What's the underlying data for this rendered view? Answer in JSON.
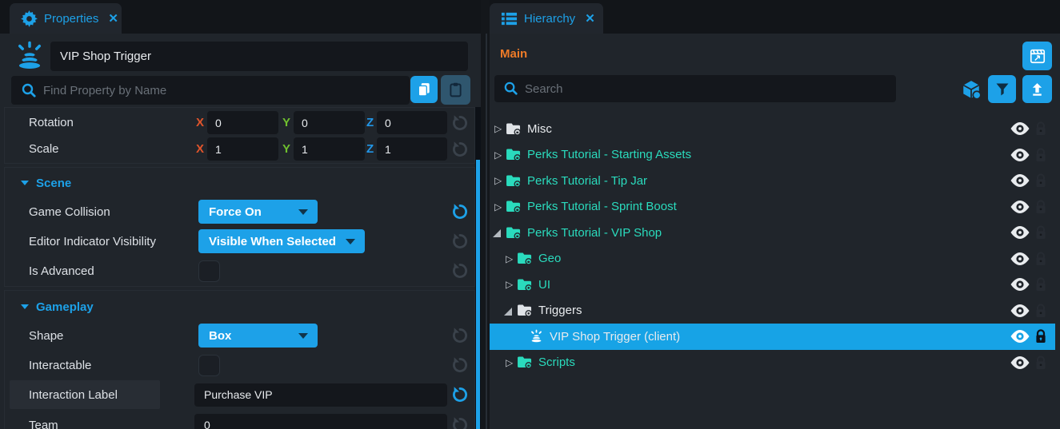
{
  "glyphs": {
    "close": "✕",
    "collapsed_arrow": "▷"
  },
  "colors": {
    "accent": "#1da1e8",
    "selection": "#17a3e6",
    "teal": "#2adbbd",
    "orange": "#ee7b28",
    "axis_x": "#e0542b",
    "axis_y": "#6fc02e",
    "axis_z": "#2196e8"
  },
  "properties_panel": {
    "tab_label": "Properties",
    "object_name": "VIP Shop Trigger",
    "search_placeholder": "Find Property by Name",
    "transform": {
      "axis": {
        "x": "X",
        "y": "Y",
        "z": "Z"
      },
      "rows": [
        {
          "label": "Rotation",
          "x": "0",
          "y": "0",
          "z": "0"
        },
        {
          "label": "Scale",
          "x": "1",
          "y": "1",
          "z": "1"
        }
      ]
    },
    "scene_section": {
      "title": "Scene",
      "game_collision": {
        "label": "Game Collision",
        "value": "Force On"
      },
      "editor_indicator_visibility": {
        "label": "Editor Indicator Visibility",
        "value": "Visible When Selected"
      },
      "is_advanced": {
        "label": "Is Advanced"
      }
    },
    "gameplay_section": {
      "title": "Gameplay",
      "shape": {
        "label": "Shape",
        "value": "Box"
      },
      "interactable": {
        "label": "Interactable"
      },
      "interaction_label": {
        "label": "Interaction Label",
        "value": "Purchase VIP"
      },
      "team": {
        "label": "Team",
        "value": "0"
      }
    }
  },
  "hierarchy_panel": {
    "tab_label": "Hierarchy",
    "scene_name": "Main",
    "search_placeholder": "Search",
    "tree": [
      {
        "label": "Misc"
      },
      {
        "label": "Perks Tutorial - Starting Assets"
      },
      {
        "label": "Perks Tutorial - Tip Jar"
      },
      {
        "label": "Perks Tutorial - Sprint Boost"
      },
      {
        "label": "Perks Tutorial - VIP Shop"
      },
      {
        "label": "Geo"
      },
      {
        "label": "UI"
      },
      {
        "label": "Triggers"
      },
      {
        "label": "VIP Shop Trigger (client)"
      },
      {
        "label": "Scripts"
      }
    ]
  }
}
